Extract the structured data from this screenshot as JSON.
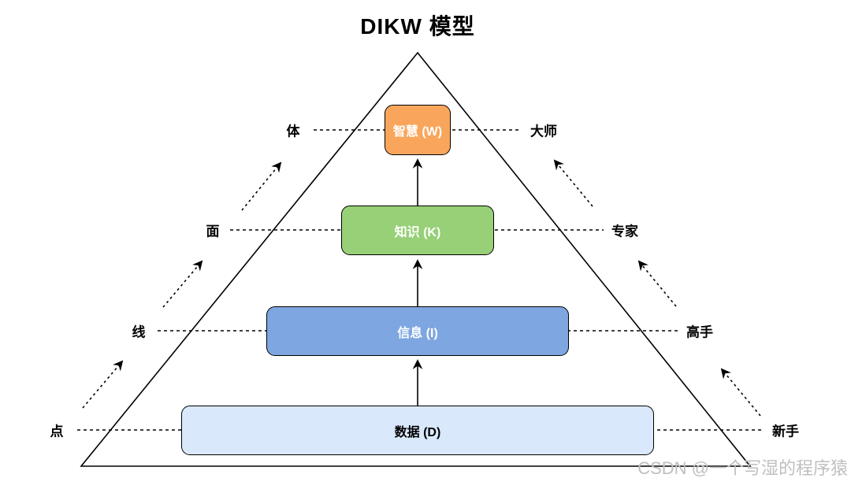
{
  "title": "DIKW 模型",
  "watermark": "CSDN @一个写湿的程序猿",
  "colors": {
    "outline": "#000000",
    "wisdom_fill": "#F9A65C",
    "knowledge_fill": "#97D077",
    "information_fill": "#7EA6E0",
    "data_fill": "#DAE8FC",
    "watermark_color": "#BFBFBF"
  },
  "pyramid": {
    "levels": [
      {
        "key": "wisdom",
        "label": "智慧 (W)",
        "text_color": "#FFFFFF",
        "left_label": "体",
        "right_label": "大师"
      },
      {
        "key": "knowledge",
        "label": "知识 (K)",
        "text_color": "#FFFFFF",
        "left_label": "面",
        "right_label": "专家"
      },
      {
        "key": "information",
        "label": "信息 (I)",
        "text_color": "#FFFFFF",
        "left_label": "线",
        "right_label": "高手"
      },
      {
        "key": "data",
        "label": "数据 (D)",
        "text_color": "#000000",
        "left_label": "点",
        "right_label": "新手"
      }
    ]
  }
}
